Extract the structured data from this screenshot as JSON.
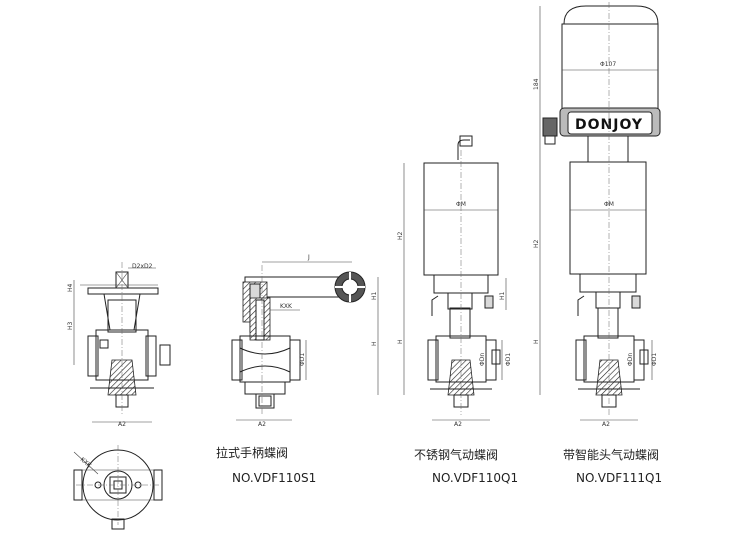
{
  "brand": "DONJOY",
  "labels": {
    "handle_name": "拉式手柄蝶阀",
    "handle_no": "NO.VDF110S1",
    "pneumatic_name": "不锈钢气动蝶阀",
    "pneumatic_no": "NO.VDF110Q1",
    "smart_name": "带智能头气动蝶阀",
    "smart_no": "NO.VDF111Q1"
  },
  "dims": {
    "d2xd2": "D2xD2",
    "h3": "H3",
    "h4": "H4",
    "a2": "A2",
    "d1": "ΦD1",
    "dn": "ΦDn",
    "j": "J",
    "kxk": "KXK",
    "h": "H",
    "h1": "H1",
    "h2": "H2",
    "m": "ΦM",
    "phi107": "Φ107",
    "h184": "184",
    "kxk_bottom": "KXK"
  },
  "colors": {
    "line": "#222222",
    "fill": "#d9d9d9",
    "dark": "#555555"
  }
}
